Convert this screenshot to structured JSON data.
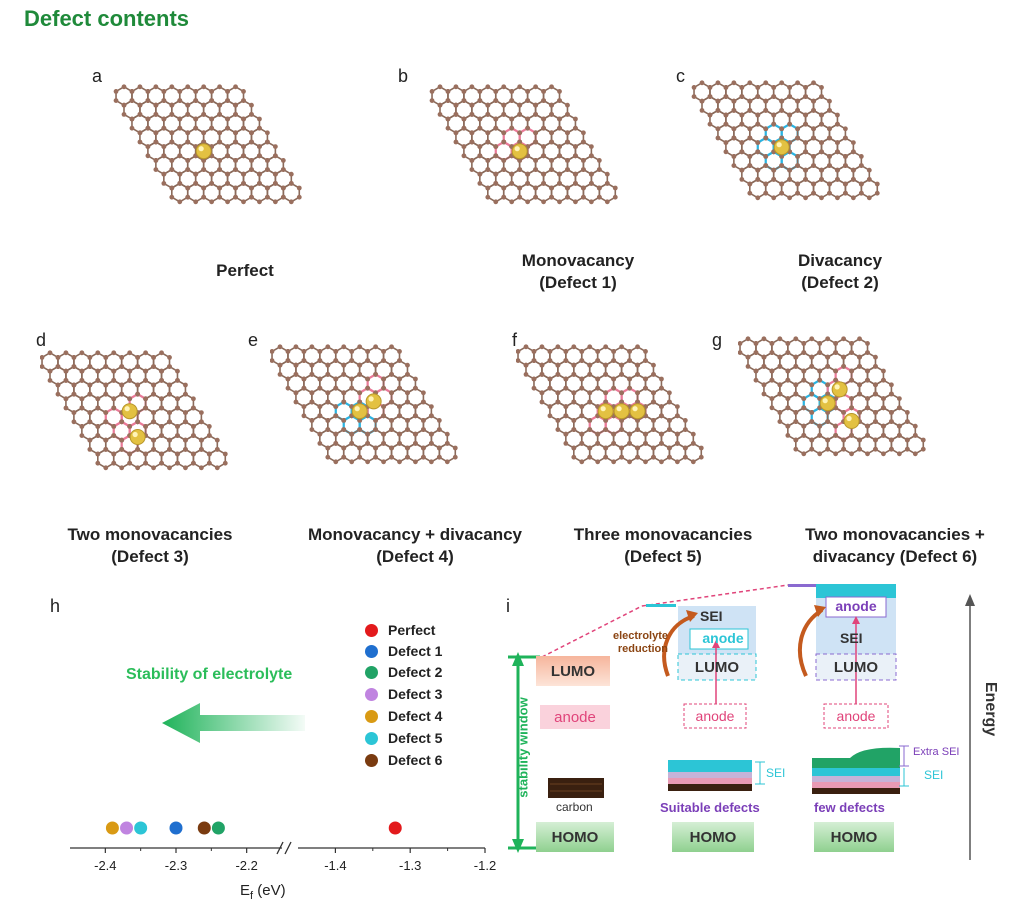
{
  "title": "Defect contents",
  "lattice_panels": [
    {
      "letter": "a",
      "caption_line1": "Perfect",
      "caption_line2": ""
    },
    {
      "letter": "b",
      "caption_line1": "Monovacancy",
      "caption_line2": "(Defect 1)"
    },
    {
      "letter": "c",
      "caption_line1": "Divacancy",
      "caption_line2": "(Defect 2)"
    },
    {
      "letter": "d",
      "caption_line1": "Two monovacancies",
      "caption_line2": "(Defect 3)"
    },
    {
      "letter": "e",
      "caption_line1": "Monovacancy + divacancy",
      "caption_line2": "(Defect 4)"
    },
    {
      "letter": "f",
      "caption_line1": "Three monovacancies",
      "caption_line2": "(Defect 5)"
    },
    {
      "letter": "g",
      "caption_line1": "Two monovacancies +",
      "caption_line2": "divacancy (Defect 6)"
    }
  ],
  "panel_h": {
    "letter": "h",
    "stability_label": "Stability of electrolyte",
    "legend": [
      {
        "name": "Perfect",
        "color": "#e31a1c"
      },
      {
        "name": "Defect 1",
        "color": "#1f6fcf"
      },
      {
        "name": "Defect 2",
        "color": "#21a366"
      },
      {
        "name": "Defect 3",
        "color": "#c084e0"
      },
      {
        "name": "Defect 4",
        "color": "#d99a14"
      },
      {
        "name": "Defect 5",
        "color": "#2cc5d6"
      },
      {
        "name": "Defect 6",
        "color": "#7a3b10"
      }
    ],
    "x_axis_label": "E",
    "x_axis_label_sub": "f",
    "x_axis_unit": " (eV)",
    "ticks_left": [
      "-2.4",
      "-2.3",
      "-2.2"
    ],
    "ticks_right": [
      "-1.4",
      "-1.3",
      "-1.2"
    ],
    "points": [
      {
        "name": "Defect 4",
        "ef": -2.39
      },
      {
        "name": "Defect 3",
        "ef": -2.37
      },
      {
        "name": "Defect 5",
        "ef": -2.35
      },
      {
        "name": "Defect 1",
        "ef": -2.3
      },
      {
        "name": "Defect 6",
        "ef": -2.26
      },
      {
        "name": "Defect 2",
        "ef": -2.24
      },
      {
        "name": "Perfect",
        "ef": -1.32
      }
    ]
  },
  "panel_i": {
    "letter": "i",
    "stability_window": "stability window",
    "lumo": "LUMO",
    "homo": "HOMO",
    "anode": "anode",
    "carbon": "carbon",
    "sei": "SEI",
    "electrolyte_reduction_1": "electrolyte",
    "electrolyte_reduction_2": "reduction",
    "suitable_defects": "Suitable defects",
    "few_defects": "few defects",
    "extra_sei": "Extra SEI",
    "energy": "Energy"
  }
}
